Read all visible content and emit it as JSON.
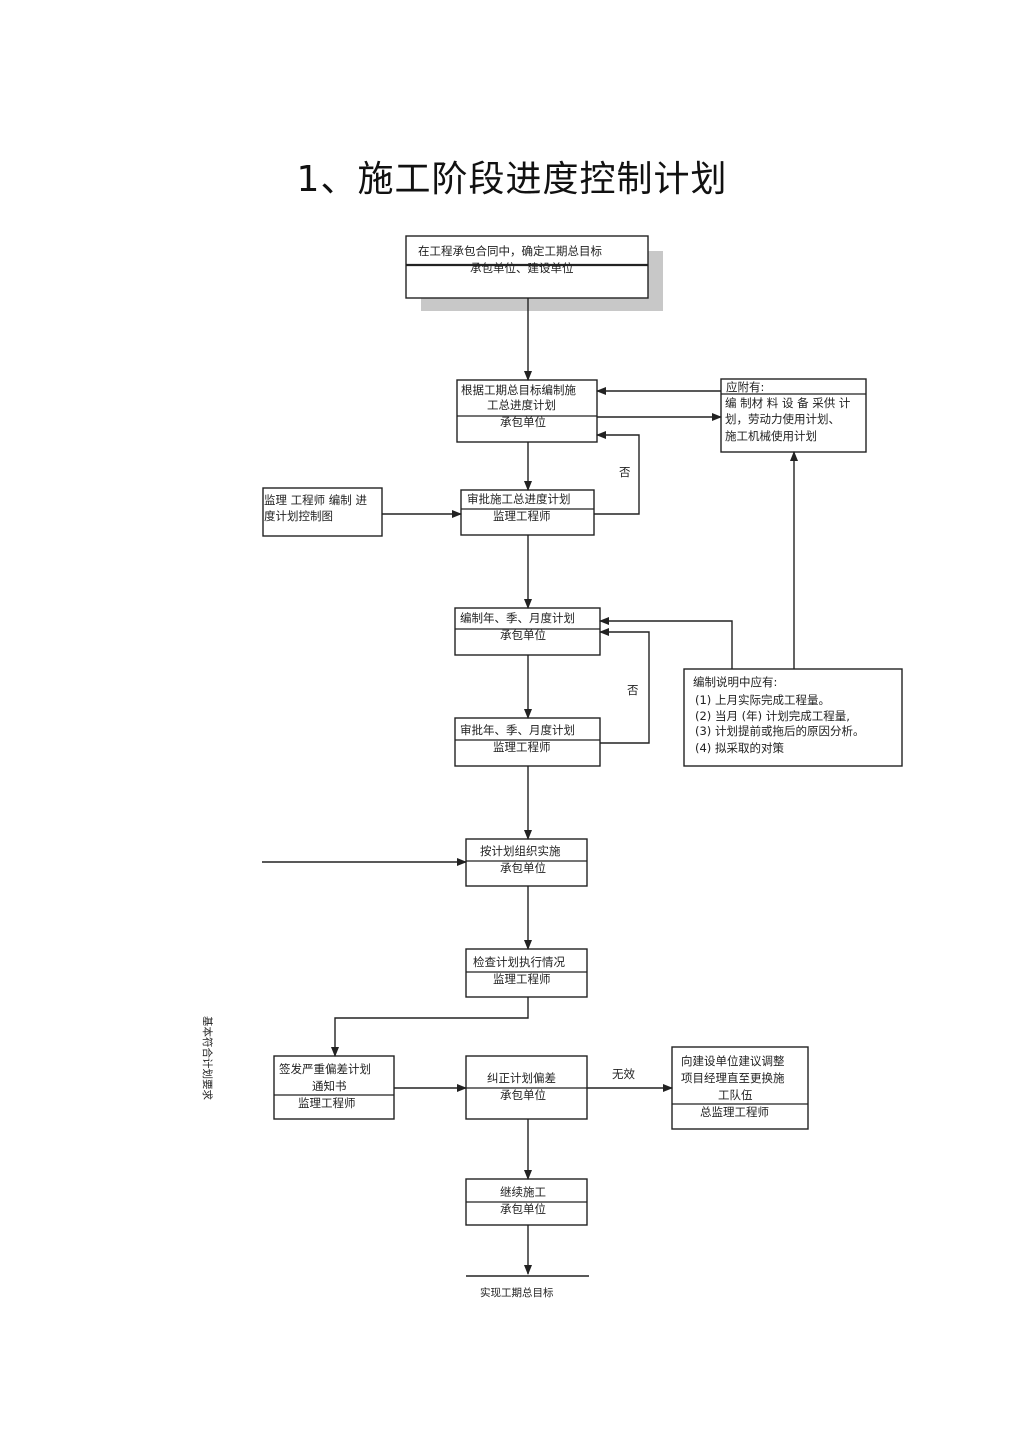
{
  "title": "1、施工阶段进度控制计划",
  "boxes": {
    "b1": {
      "l1": "在工程承包合同中，确定工期总目标",
      "l2": "承包单位、建设单位"
    },
    "b2": {
      "l1": "根据工期总目标编制施",
      "l2": "工总进度计划",
      "l3": "承包单位"
    },
    "b3": {
      "l1": "审批施工总进度计划",
      "l2": "监理工程师"
    },
    "b4": {
      "l1": "监理 工程师 编制 进",
      "l2": "度计划控制图"
    },
    "b5": {
      "l1": "应附有:",
      "l2": "编 制材 料 设 备 采供 计",
      "l3": "划，劳动力使用计划、",
      "l4": "施工机械使用计划"
    },
    "b6": {
      "l1": "编制年、季、月度计划",
      "l2": "承包单位"
    },
    "b7": {
      "l1": "审批年、季、月度计划",
      "l2": "监理工程师"
    },
    "b8": {
      "l1": "编制说明中应有:",
      "l2": "(1)  上月实际完成工程量。",
      "l3": "(2)  当月 (年) 计划完成工程量,",
      "l4": "(3)  计划提前或拖后的原因分析。",
      "l5": "(4)  拟采取的对策"
    },
    "b9": {
      "l1": "按计划组织实施",
      "l2": "承包单位"
    },
    "b10": {
      "l1": "检查计划执行情况",
      "l2": "监理工程师"
    },
    "b11": {
      "l1": "签发严重偏差计划",
      "l2": "通知书",
      "l3": "监理工程师"
    },
    "b12": {
      "l1": "纠正计划偏差",
      "l2": "承包单位"
    },
    "b13": {
      "l1": "向建设单位建议调整",
      "l2": "项目经理直至更换施",
      "l3": "工队伍",
      "l4": "总监理工程师"
    },
    "b14": {
      "l1": "继续施工",
      "l2": "承包单位"
    }
  },
  "labels": {
    "no1": "否",
    "no2": "否",
    "invalid": "无效",
    "side": "基本符合计划要求",
    "final": "实现工期总目标"
  }
}
